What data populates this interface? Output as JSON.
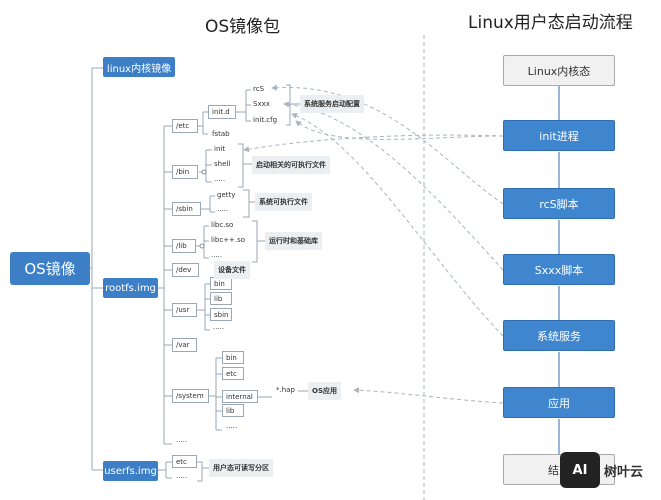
{
  "titles": {
    "left": "OS镜像包",
    "right": "Linux用户态启动流程"
  },
  "root": "OS镜像",
  "images": {
    "kernel": "linux内核镜像",
    "rootfs": "rootfs.img",
    "userfs": "userfs.img"
  },
  "dirs": {
    "etc": "/etc",
    "bin": "/bin",
    "sbin": "/sbin",
    "lib": "/lib",
    "dev": "/dev",
    "usr": "/usr",
    "var": "/var",
    "system": "/system",
    "more": "....."
  },
  "etc_items": {
    "initd": "init.d",
    "rcs": "rcS",
    "sxxx": "Sxxx",
    "initcfg": "init.cfg",
    "fstab": "fstab"
  },
  "bin_items": {
    "init": "init",
    "shell": "shell",
    "more": "....."
  },
  "sbin_items": {
    "getty": "getty",
    "more": "....."
  },
  "lib_items": {
    "libc": "libc.so",
    "libcpp": "libc++.so",
    "more": "....."
  },
  "usr_items": {
    "bin": "bin",
    "lib": "lib",
    "sbin": "sbin",
    "more": "....."
  },
  "system_items": {
    "bin": "bin",
    "etc": "etc",
    "internal": "internal",
    "hap": "*.hap",
    "lib": "lib",
    "more": "....."
  },
  "userfs_items": {
    "etc": "etc",
    "more": "....."
  },
  "notes": {
    "startup_config": "系统服务启动配置",
    "startup_exec": "启动相关的可执行文件",
    "sys_exec": "系统可执行文件",
    "runtime": "运行时和基础库",
    "device": "设备文件",
    "os_app": "OS应用",
    "user_rw": "用户态可读写分区"
  },
  "flow": [
    "Linux内核态",
    "init进程",
    "rcS脚本",
    "Sxxx脚本",
    "系统服务",
    "应用",
    "结束"
  ],
  "watermark": {
    "logo": "AI",
    "text": "树叶云"
  }
}
